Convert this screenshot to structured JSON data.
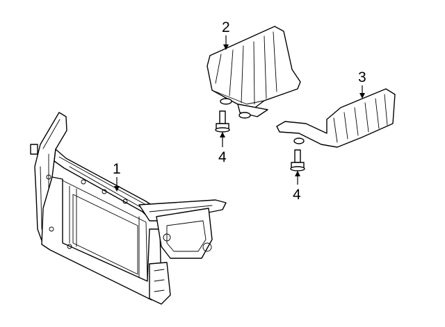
{
  "diagram": {
    "background": "#ffffff",
    "stroke_color": "#000000",
    "callouts": [
      {
        "id": "1",
        "label": "1",
        "part": "radiator-support"
      },
      {
        "id": "2",
        "label": "2",
        "part": "upper-shield"
      },
      {
        "id": "3",
        "label": "3",
        "part": "side-shield"
      },
      {
        "id": "4a",
        "label": "4",
        "part": "bolt"
      },
      {
        "id": "4b",
        "label": "4",
        "part": "bolt"
      }
    ]
  }
}
